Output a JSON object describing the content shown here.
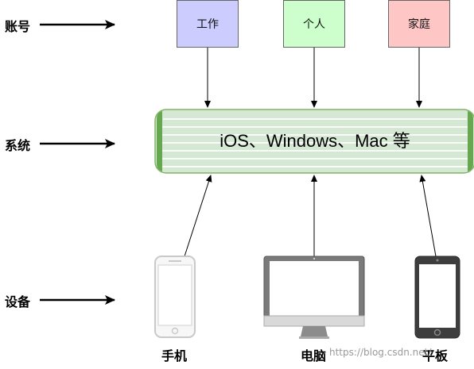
{
  "rows": {
    "account": "账号",
    "system": "系统",
    "device": "设备"
  },
  "accounts": [
    {
      "label": "工作",
      "color": "#ccccff"
    },
    {
      "label": "个人",
      "color": "#ccffcc"
    },
    {
      "label": "家庭",
      "color": "#ffc6c6"
    }
  ],
  "system": {
    "label": "iOS、Windows、Mac 等",
    "color": "#d5e8d4",
    "accent": "#82b366"
  },
  "devices": [
    {
      "label": "手机",
      "icon": "phone-icon"
    },
    {
      "label": "电脑",
      "icon": "monitor-icon"
    },
    {
      "label": "平板",
      "icon": "tablet-icon"
    }
  ],
  "watermark": "https://blog.csdn.net/"
}
